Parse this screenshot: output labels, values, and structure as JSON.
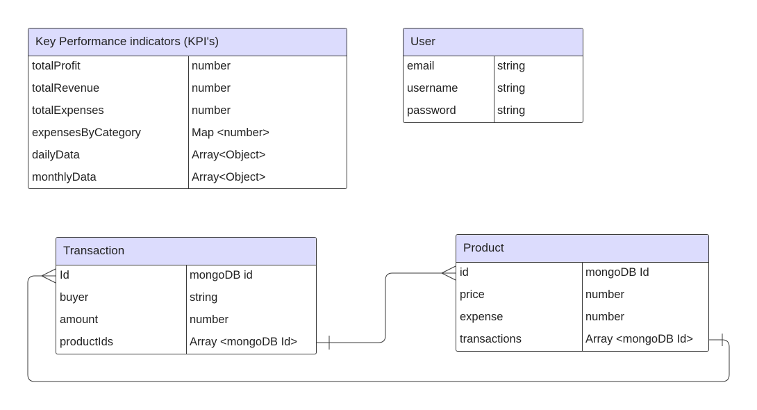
{
  "colors": {
    "header_fill": "#dcdcfd",
    "border": "#3a3a3a",
    "text": "#222222"
  },
  "entities": {
    "kpi": {
      "title": "Key Performance indicators (KPI's)",
      "rows": [
        {
          "field": "totalProfit",
          "type": "number"
        },
        {
          "field": "totalRevenue",
          "type": "number"
        },
        {
          "field": "totalExpenses",
          "type": "number"
        },
        {
          "field": "expensesByCategory",
          "type": "Map <number>"
        },
        {
          "field": "dailyData",
          "type": "Array<Object>"
        },
        {
          "field": "monthlyData",
          "type": "Array<Object>"
        }
      ]
    },
    "user": {
      "title": "User",
      "rows": [
        {
          "field": "email",
          "type": "string"
        },
        {
          "field": "username",
          "type": "string"
        },
        {
          "field": "password",
          "type": "string"
        }
      ]
    },
    "transaction": {
      "title": "Transaction",
      "rows": [
        {
          "field": "Id",
          "type": "mongoDB id"
        },
        {
          "field": "buyer",
          "type": "string"
        },
        {
          "field": "amount",
          "type": "number"
        },
        {
          "field": "productIds",
          "type": "Array <mongoDB Id>"
        }
      ]
    },
    "product": {
      "title": "Product",
      "rows": [
        {
          "field": "id",
          "type": "mongoDB Id"
        },
        {
          "field": "price",
          "type": "number"
        },
        {
          "field": "expense",
          "type": "number"
        },
        {
          "field": "transactions",
          "type": "Array <mongoDB Id>"
        }
      ]
    }
  },
  "relationships": [
    {
      "from": "transaction.productIds",
      "to": "product.id",
      "from_cardinality": "one",
      "to_cardinality": "many"
    },
    {
      "from": "product.transactions",
      "to": "transaction.Id",
      "from_cardinality": "one",
      "to_cardinality": "many"
    }
  ]
}
